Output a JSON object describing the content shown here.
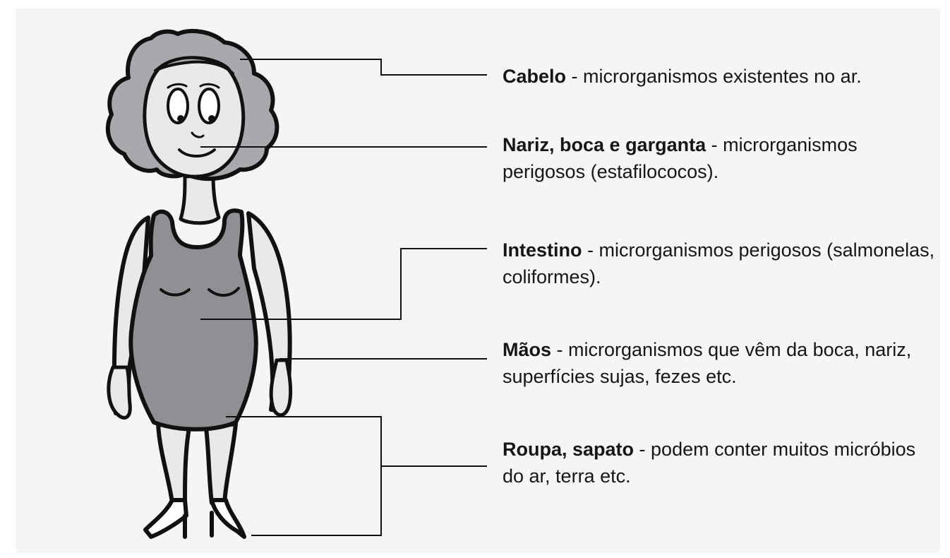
{
  "labels": {
    "hair": {
      "term": "Cabelo",
      "separator": " - ",
      "desc": "microrganismos existentes no ar."
    },
    "nose": {
      "term": "Nariz, boca e garganta",
      "separator": " - ",
      "desc": "microrganismos perigosos (estafilococos)."
    },
    "gut": {
      "term": "Intestino",
      "separator": " - ",
      "desc": "microrganismos perigosos (salmonelas, coliformes)."
    },
    "hands": {
      "term": "Mãos",
      "separator": " - ",
      "desc": "microrganismos que vêm da boca, nariz, superfícies sujas, fezes etc."
    },
    "clothes": {
      "term": "Roupa, sapato",
      "separator": " - ",
      "desc": "podem conter muitos micróbios do ar, terra etc."
    }
  },
  "colors": {
    "background": "#ffffff",
    "panel": "#f5f5f7",
    "skin": "#e9e9ec",
    "hair": "#a9a9ad",
    "dress": "#8f8f94",
    "outline": "#111111",
    "text": "#161616"
  }
}
